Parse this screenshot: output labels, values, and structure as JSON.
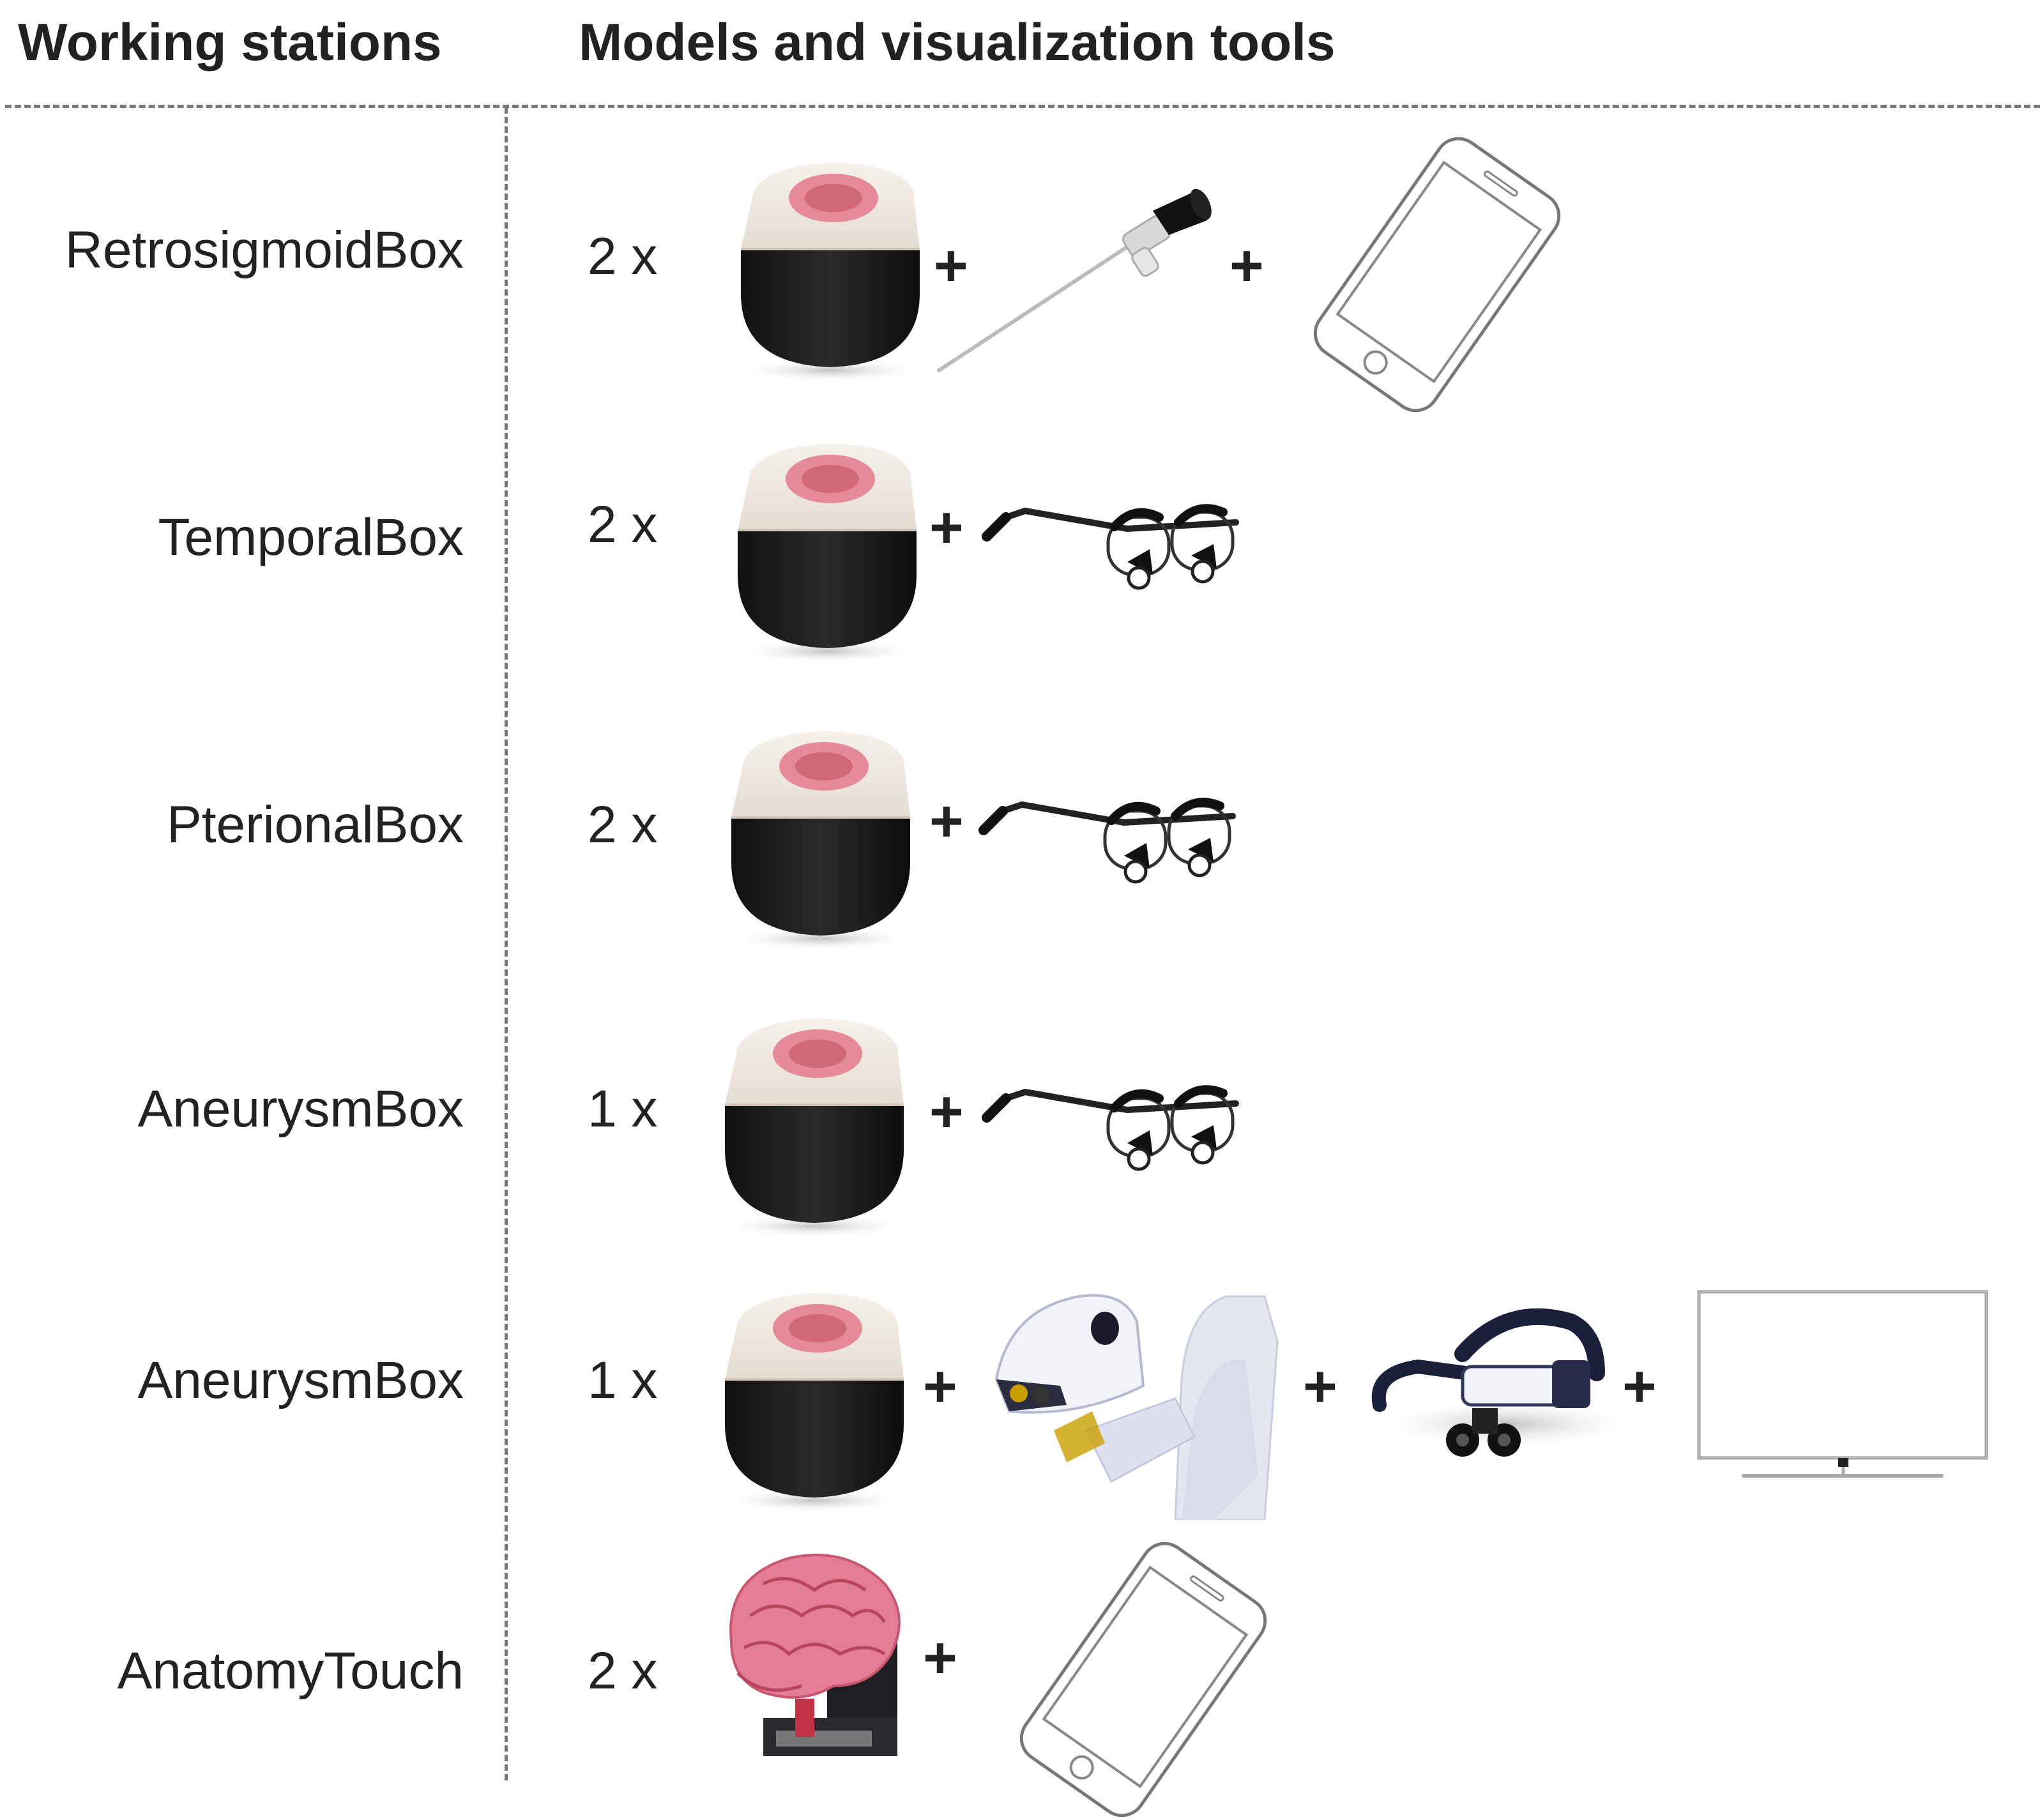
{
  "headers": {
    "left": "Working stations",
    "right": "Models and visualization tools"
  },
  "rows": [
    {
      "station": "RetrosigmoidBox",
      "count": "2 x",
      "model": "cube-model-icon",
      "tools": [
        "endoscope-icon",
        "smartphone-icon"
      ]
    },
    {
      "station": "TemporalBox",
      "count": "2 x",
      "model": "cube-model-icon",
      "tools": [
        "loupe-glasses-icon"
      ]
    },
    {
      "station": "PterionalBox",
      "count": "2 x",
      "model": "cube-model-icon",
      "tools": [
        "loupe-glasses-icon"
      ]
    },
    {
      "station": "AneurysmBox",
      "count": "1 x",
      "model": "cube-model-icon",
      "tools": [
        "loupe-glasses-icon"
      ]
    },
    {
      "station": "AneurysmBox",
      "count": "1 x",
      "model": "cube-model-icon",
      "tools": [
        "robotic-microscope-icon",
        "headset-loupe-icon",
        "monitor-icon"
      ]
    },
    {
      "station": "AnatomyTouch",
      "count": "2 x",
      "model": "brain-model-icon",
      "tools": [
        "smartphone-icon"
      ]
    }
  ],
  "plus_sign": "+"
}
